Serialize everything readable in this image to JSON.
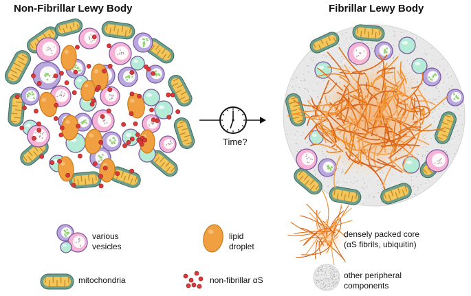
{
  "titles": {
    "left": "Non-Fibrillar Lewy Body",
    "right": "Fibrillar Lewy Body"
  },
  "arrow": {
    "label": "Time?",
    "icon": "clock-icon"
  },
  "legend": {
    "vesicles": {
      "line1": "various",
      "line2": "vesicles"
    },
    "lipid": {
      "line1": "lipid",
      "line2": "droplet"
    },
    "core": {
      "line1": "densely packed core",
      "line2": "(αS fibrils, ubiquitin)"
    },
    "mitochondria": "mitochondria",
    "alpha_syn": "non-fibrillar αS",
    "peripheral": {
      "line1": "other peripheral",
      "line2": "components"
    }
  },
  "colors": {
    "mito_fill": "#6e9e8c",
    "mito_inner": "#f4c65a",
    "lipid": "#f0a040",
    "lipid_stroke": "#c87a1c",
    "vesicle_pink": "#f6b3d5",
    "vesicle_purple": "#b9a8dd",
    "vesicle_mint": "#b5ecd8",
    "vesicle_stroke": "#7b5aa0",
    "alpha_syn": "#d83a3a",
    "fibril": "#f08a24",
    "peripheral": "#dddddd"
  }
}
